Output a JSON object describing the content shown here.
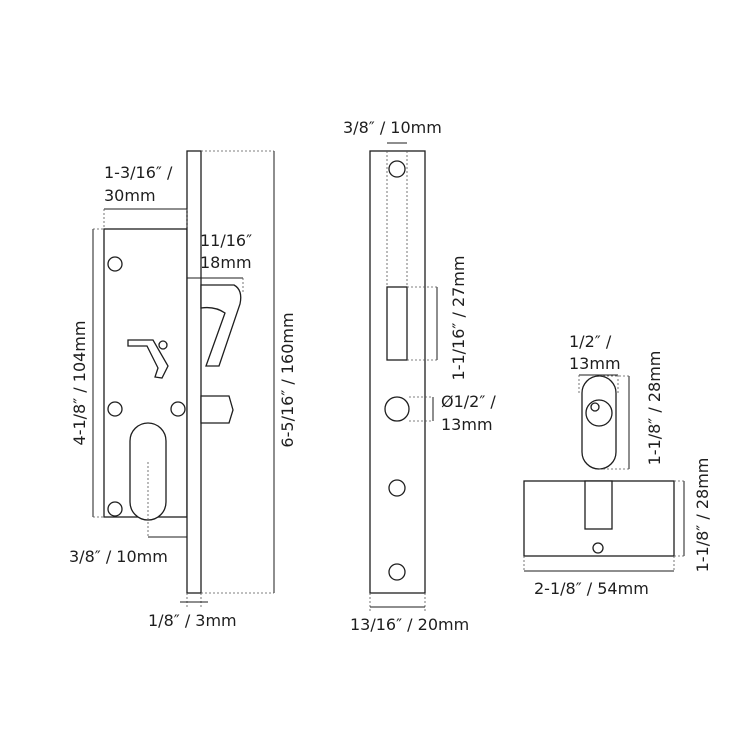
{
  "colors": {
    "line": "#1e1e1e",
    "background": "#ffffff"
  },
  "dimensions": {
    "lock_case_width": [
      "1-3/16″ /",
      "30mm"
    ],
    "hook_projection": [
      "11/16″",
      "18mm"
    ],
    "case_height": "4-1/8″ / 104mm",
    "faceplate_height": "6-5/16″ / 160mm",
    "backset": "3/8″ / 10mm",
    "faceplate_thickness": "1/8″ / 3mm",
    "strike_offset": "3/8″ / 10mm",
    "strike_slot_height": "1-1/16″ / 27mm",
    "strike_hole_diameter": [
      "Ø1/2″ /",
      "13mm"
    ],
    "strike_width": "13/16″ / 20mm",
    "cylinder_cam_width": [
      "1/2″ /",
      "13mm"
    ],
    "cylinder_cam_height": "1-1/8″ / 28mm",
    "cylinder_height": "1-1/8″ / 28mm",
    "cylinder_length": "2-1/8″ / 54mm"
  }
}
